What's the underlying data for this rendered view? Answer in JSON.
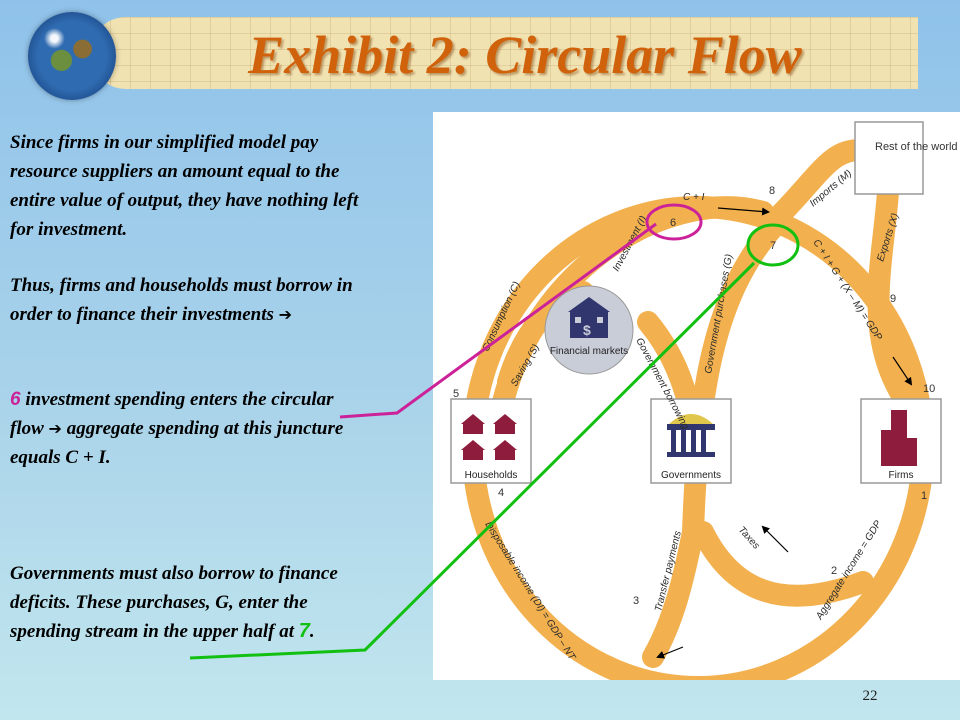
{
  "title": "Exhibit 2: Circular Flow",
  "paragraphs": {
    "p1": "Since firms in our simplified model pay resource suppliers an amount equal to the entire value of output, they have nothing left for investment.",
    "p2": "Thus, firms and households must borrow in order to finance their investments",
    "p3_number": "6",
    "p3": " investment spending enters the circular flow",
    "p3b": " aggregate spending at this juncture equals C + I.",
    "p4": "Governments must also borrow to finance deficits. These purchases, G, enter the spending stream in the upper half at ",
    "p4_number": "7",
    "p4_end": "."
  },
  "diagram": {
    "boxes": {
      "rest_of_world": "Rest of the world",
      "financial_markets": "Financial markets",
      "households": "Households",
      "governments": "Governments",
      "firms": "Firms"
    },
    "flow_labels": {
      "c_plus_i": "C + I",
      "imports": "Imports (M)",
      "exports": "Exports (X)",
      "investment": "Investment (I)",
      "consumption": "Consumption (C)",
      "saving": "Saving (S)",
      "government_borrowing": "Government borrowing",
      "government_purchases": "Government purchases (G)",
      "gdp_identity": "C + I + G + (X – M) = GDP",
      "aggregate_income": "Aggregate income = GDP",
      "taxes": "Taxes",
      "transfer_payments": "Transfer payments",
      "disposable_income": "Disposable income (DI) = GDP – NT"
    },
    "flow_numbers": [
      "1",
      "2",
      "3",
      "4",
      "5",
      "6",
      "7",
      "8",
      "9",
      "10"
    ]
  },
  "colors": {
    "title": "#d0620c",
    "flow_band": "#f2b14e",
    "highlight_6": "#cc2299",
    "highlight_7": "#12c012"
  },
  "page_number": "22"
}
